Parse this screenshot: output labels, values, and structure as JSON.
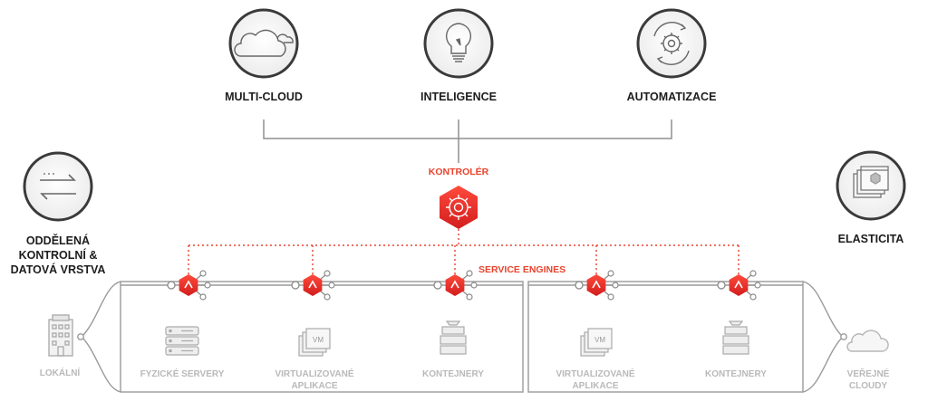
{
  "top": {
    "multicloud": "MULTI-CLOUD",
    "intelligence": "INTELIGENCE",
    "automation": "AUTOMATIZACE"
  },
  "controller": "KONTROLÉR",
  "service_engines": "SERVICE ENGINES",
  "left": {
    "line1": "ODDĚLENÁ",
    "line2": "KONTROLNÍ &",
    "line3": "DATOVÁ VRSTVA"
  },
  "right": {
    "elasticity": "ELASTICITA"
  },
  "onprem": "LOKÁLNÍ",
  "public_cloud": {
    "line1": "VEŘEJNÉ",
    "line2": "CLOUDY"
  },
  "box1": {
    "servers": "FYZICKÉ SERVERY",
    "virt_line1": "VIRTUALIZOVANÉ",
    "virt_line2": "APLIKACE",
    "containers": "KONTEJNERY"
  },
  "box2": {
    "virt_line1": "VIRTUALIZOVANÉ",
    "virt_line2": "APLIKACE",
    "containers": "KONTEJNERY"
  },
  "vm_text": "VM",
  "colors": {
    "accent": "#e8432c",
    "dark": "#1d1d1d",
    "grey": "#b9b9b9",
    "line": "#9a9a9a"
  },
  "icons": [
    "cloud-icon",
    "lightbulb-icon",
    "gear-cycle-icon",
    "arrows-exchange-icon",
    "window-stack-icon",
    "building-icon",
    "server-stack-icon",
    "vm-window-icon",
    "container-stack-icon",
    "controller-gear-icon",
    "service-engine-icon"
  ]
}
